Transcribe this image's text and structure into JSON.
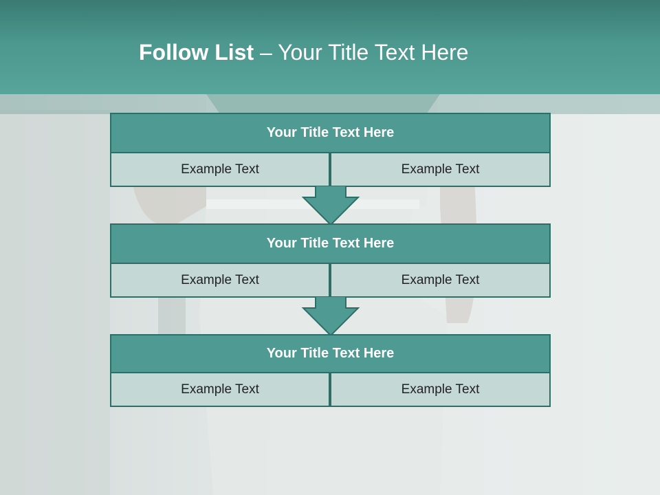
{
  "slide": {
    "title_bold": "Follow List",
    "title_separator": " – ",
    "title_rest": "Your Title Text Here"
  },
  "steps": [
    {
      "title": "Your Title Text Here",
      "left": "Example Text",
      "right": "Example Text"
    },
    {
      "title": "Your Title Text Here",
      "left": "Example Text",
      "right": "Example Text"
    },
    {
      "title": "Your Title Text Here",
      "left": "Example Text",
      "right": "Example Text"
    }
  ],
  "colors": {
    "header": "#4c978e",
    "block_title": "#4f9a92",
    "cell": "#c4d9d5",
    "border": "#2f6e66"
  }
}
